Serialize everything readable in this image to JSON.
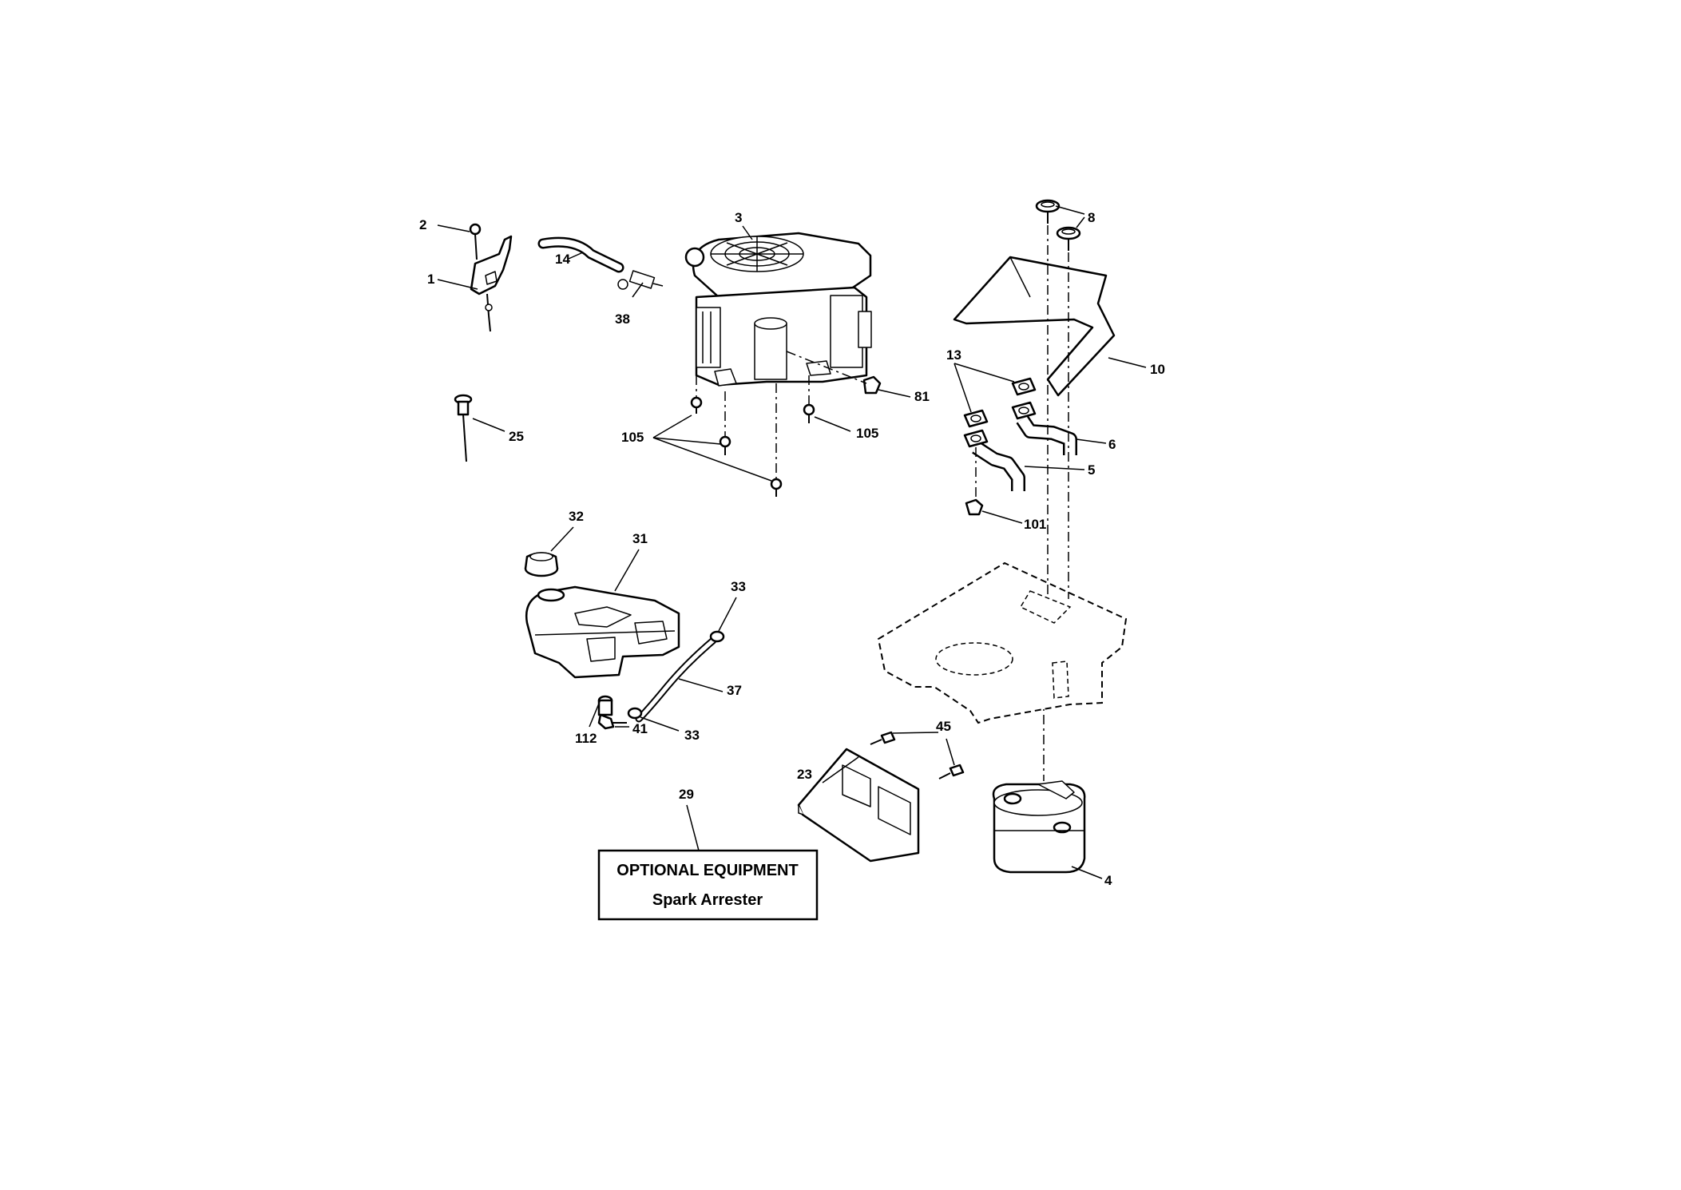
{
  "callouts": {
    "c1": "1",
    "c2": "2",
    "c3": "3",
    "c4": "4",
    "c5": "5",
    "c6": "6",
    "c8": "8",
    "c10": "10",
    "c13": "13",
    "c14": "14",
    "c23": "23",
    "c25": "25",
    "c29": "29",
    "c31": "31",
    "c32": "32",
    "c33a": "33",
    "c33b": "33",
    "c37": "37",
    "c38": "38",
    "c41": "41",
    "c45": "45",
    "c81": "81",
    "c101": "101",
    "c105a": "105",
    "c105b": "105",
    "c112": "112"
  },
  "optional_box": {
    "title": "OPTIONAL EQUIPMENT",
    "subtitle": "Spark Arrester"
  }
}
